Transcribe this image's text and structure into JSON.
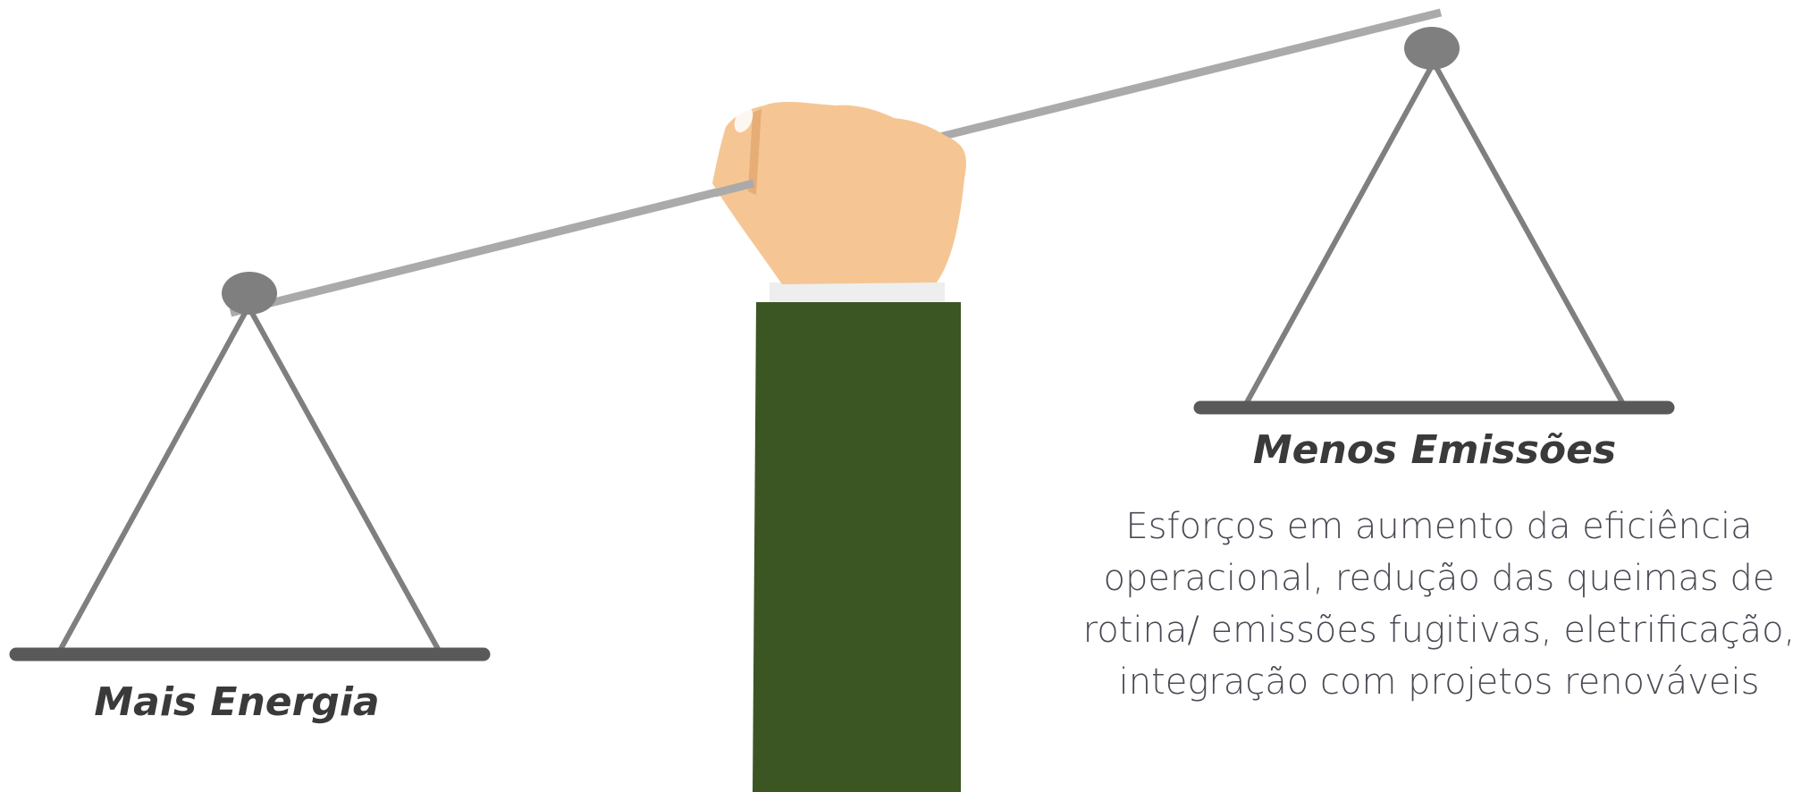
{
  "colors": {
    "beam": "#aaaaaa",
    "chain": "#7f7f7f",
    "pan": "#595959",
    "pivot": "#7f7f7f",
    "sleeve": "#3b5623",
    "cuff": "#eeeeee",
    "skin": "#f5c694",
    "skin_shadow": "#e6ad77",
    "label_text": "#3a3a3a",
    "desc_text": "#4a4a55"
  },
  "icons": {
    "hand": "fist-holding-beam-icon",
    "scale": "balance-scale-icon"
  },
  "top_caption": "",
  "left_pan": {
    "label": "Mais Energia"
  },
  "right_pan": {
    "label": "Menos Emissões",
    "description_lines": [
      "Esforços em aumento da eficiência",
      "operacional, redução das queimas de",
      "rotina/ emissões fugitivas, eletrificação,",
      "integração com projetos renováveis"
    ]
  }
}
